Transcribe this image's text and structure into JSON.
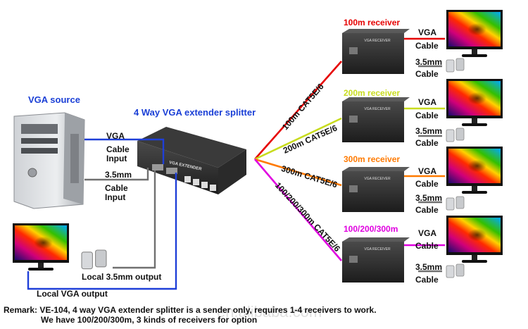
{
  "title_source": "VGA source",
  "title_splitter": "4 Way VGA extender splitter",
  "splitter_face_text": "VGA EXTENDER",
  "labels": {
    "vga_cable_input": [
      "VGA",
      "Cable",
      "Input"
    ],
    "audio_cable_input": [
      "3.5mm",
      "Cable",
      "Input"
    ],
    "local_audio_output": "Local 3.5mm output",
    "local_vga_output": "Local VGA output"
  },
  "links": [
    {
      "cable": "100m CAT5E/6",
      "receiver": "100m receiver",
      "color": "#e60000"
    },
    {
      "cable": "200m CAT5E/6",
      "receiver": "200m receiver",
      "color": "#c8dc1e"
    },
    {
      "cable": "300m CAT5E/6",
      "receiver": "300m receiver",
      "color": "#ff7a00"
    },
    {
      "cable": "100/200/300m CAT5E/6",
      "receiver": "100/200/300m",
      "color": "#e000e0"
    }
  ],
  "receiver_face_text": "VGA RECEIVER",
  "receiver_outputs": {
    "vga": [
      "VGA",
      "Cable"
    ],
    "audio": [
      "3.5mm",
      "Cable"
    ]
  },
  "remark": {
    "line1": "Remark: VE-104, 4 way VGA extender splitter is a sender only, requires 1-4 receivers to work.",
    "line2": "We have 100/200/300m, 3 kinds of receivers for option"
  },
  "watermark": "en.alibaba.com",
  "colors": {
    "blue_line": "#1f3fd8",
    "gray_line": "#707070",
    "label_blue": "#1a3fd6"
  }
}
